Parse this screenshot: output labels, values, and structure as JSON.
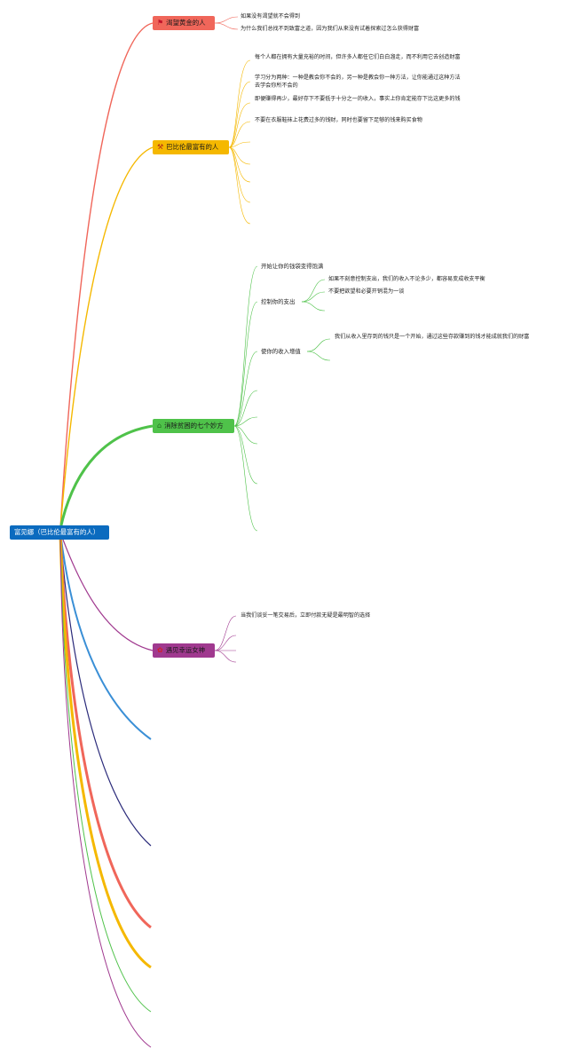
{
  "root": {
    "label": "富见娜（巴比伦最富有的人）"
  },
  "branches": [
    {
      "label": "渴望黄金的人",
      "icon": "flag-icon",
      "icon_glyph": "⚑",
      "color": "#f0665a",
      "leaves": [
        "如果没有渴望就不会得到",
        "为什么我们总找不到致富之道，因为我们从来没有试着探索过怎么获得财富"
      ]
    },
    {
      "label": "巴比伦最富有的人",
      "icon": "tools-icon",
      "icon_glyph": "⚒",
      "color": "#f5b800",
      "leaves": [
        "每个人都在拥有大量充裕的时间，但许多人都任它们白白溜走，而不利用它去创造财富",
        "学习分为两种：一种是教会你不会的，另一种是教会你一种方法，让你能通过这种方法去学会你所不会的",
        "即便赚得再少，最好存下不要低于十分之一的收入，事实上你肯定能存下比这更多的钱",
        "不要在衣服鞋袜上花费过多的钱财，同时也要留下足够的钱来购买食物"
      ]
    },
    {
      "label": "消除贫困的七个妙方",
      "icon": "house-icon",
      "icon_glyph": "⌂",
      "color": "#4fc24a",
      "children": [
        {
          "label": "开始让你的钱袋变得饱满"
        },
        {
          "label": "控制你的支出",
          "leaves": [
            "如果不刻意控制支出，我们的收入不论多少，都容易变成收支平衡",
            "不要把欲望和必要开销混为一谈"
          ]
        },
        {
          "label": "使你的收入增值",
          "leaves": [
            "我们从收入里存到的钱只是一个开始，通过这些存款赚到的钱才能成就我们的财富"
          ]
        }
      ]
    },
    {
      "label": "遇见幸运女神",
      "icon": "clover-icon",
      "icon_glyph": "✿",
      "color": "#a0398f",
      "leaves": [
        "当我们谈妥一笔交易后，立即付款无疑是最明智的选择"
      ]
    }
  ],
  "collapsed_branch_colors": [
    "#3a8fd6",
    "#2a2a7a",
    "#f0665a",
    "#f5b800",
    "#4fc24a",
    "#a0398f"
  ]
}
